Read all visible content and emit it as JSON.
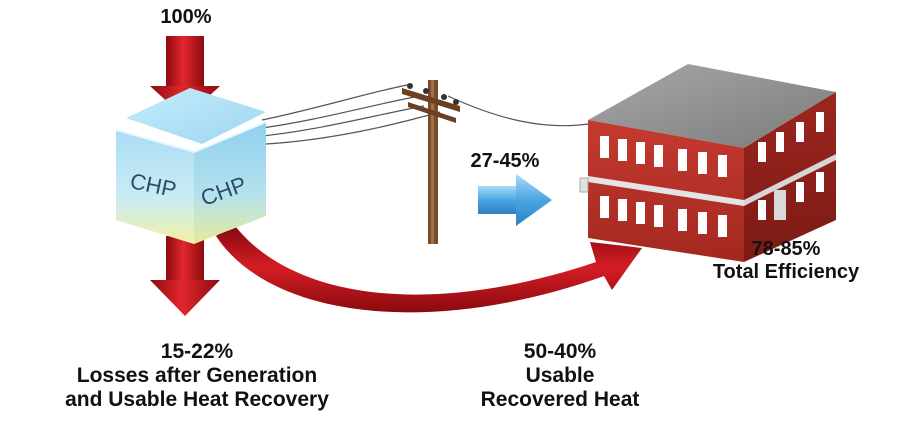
{
  "input": {
    "percent": "100%"
  },
  "cube": {
    "front_text": "CHP",
    "side_text": "CHP"
  },
  "electricity": {
    "percent": "27-45%"
  },
  "total": {
    "percent": "78-85%",
    "label": "Total Efficiency"
  },
  "losses": {
    "percent": "15-22%",
    "line1": "Losses after Generation",
    "line2": "and Usable Heat Recovery"
  },
  "heat": {
    "percent": "50-40%",
    "line1": "Usable",
    "line2": "Recovered Heat"
  },
  "colors": {
    "arrow_red": "#c4121a",
    "cube_blue": "#bde6f7",
    "cube_yellow": "#f3f2a8",
    "brick": "#b8352b",
    "roof": "#8d8d8d",
    "pole": "#7a4b2a",
    "blue_arrow": "#5fb4e8"
  }
}
